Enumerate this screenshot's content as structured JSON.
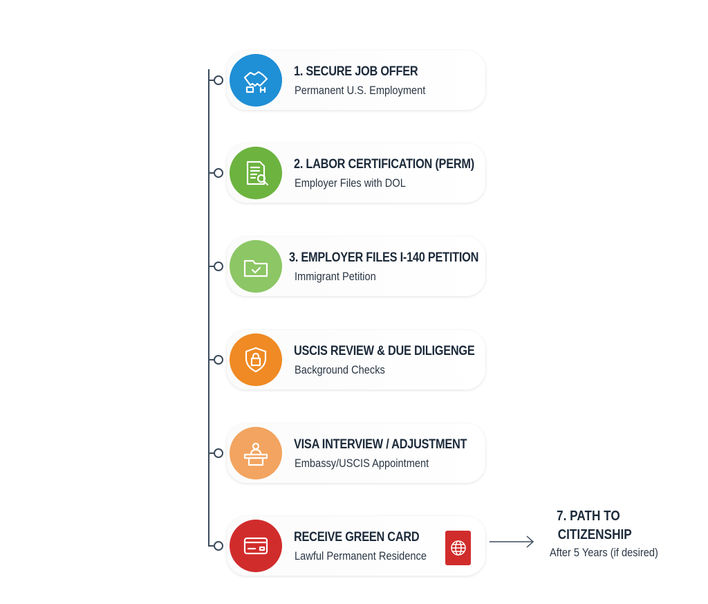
{
  "steps": [
    {
      "title": "1. SECURE JOB OFFER",
      "subtitle": "Permanent U.S. Employment",
      "icon": "handshake-icon",
      "color": "#1f8fd6"
    },
    {
      "title": "2. LABOR CERTIFICATION (PERM)",
      "subtitle": "Employer Files with DOL",
      "icon": "document-search-icon",
      "color": "#6cb33f"
    },
    {
      "title": "3. EMPLOYER FILES I-140 PETITION",
      "subtitle": "Immigrant Petition",
      "icon": "folder-check-icon",
      "color": "#8cc665"
    },
    {
      "title": "USCIS REVIEW & DUE DILIGENGE",
      "subtitle": "Background Checks",
      "icon": "shield-lock-icon",
      "color": "#ef8a24"
    },
    {
      "title": "VISA INTERVIEW / ADJUSTMENT",
      "subtitle": "Embassy/USCIS Appointment",
      "icon": "interview-desk-icon",
      "color": "#f2a460"
    },
    {
      "title": "RECEIVE GREEN CARD",
      "subtitle": "Lawful Permanent Residence",
      "icon": "card-icon",
      "color": "#d12c2c"
    }
  ],
  "final": {
    "title_line1": "7. PATH TO",
    "title_line2": "CITIZENSHIP",
    "subtitle": "After 5 Years (if desired)"
  }
}
